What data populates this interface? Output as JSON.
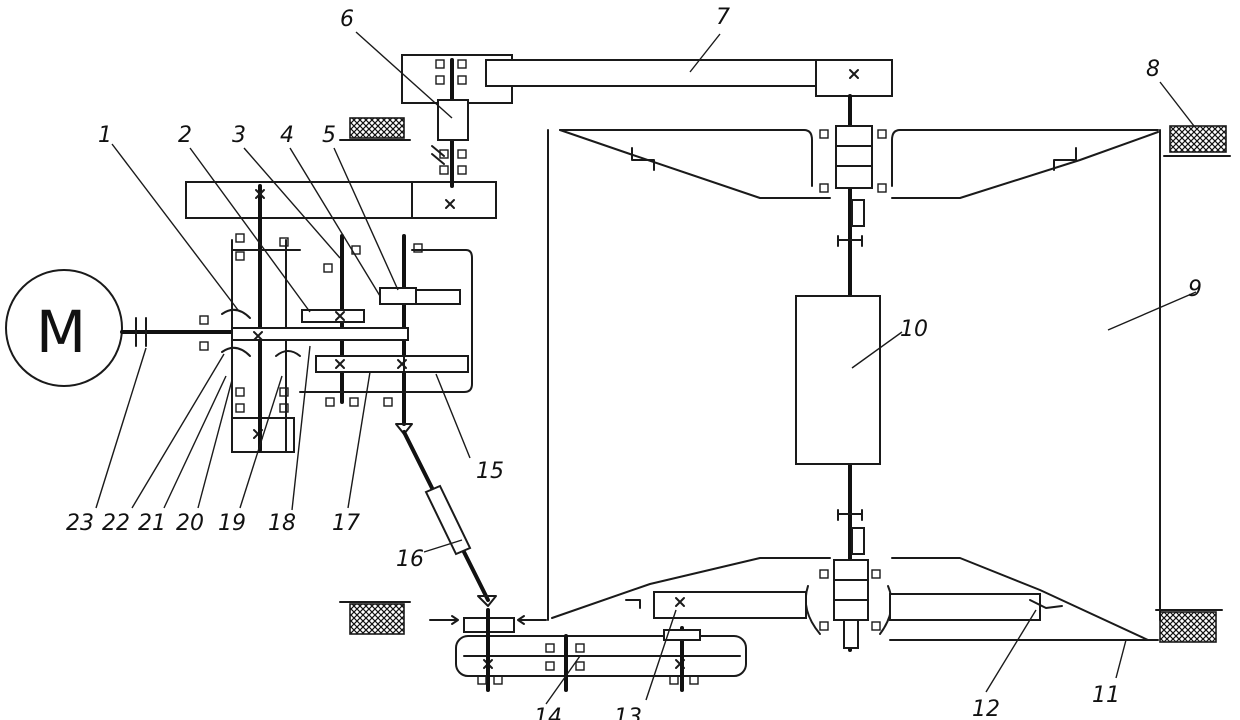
{
  "motor": {
    "label": "M"
  },
  "callouts": {
    "c1": "1",
    "c2": "2",
    "c3": "3",
    "c4": "4",
    "c5": "5",
    "c6": "6",
    "c7": "7",
    "c8": "8",
    "c9": "9",
    "c10": "10",
    "c11": "11",
    "c12": "12",
    "c13": "13",
    "c14": "14",
    "c15": "15",
    "c16": "16",
    "c17": "17",
    "c18": "18",
    "c19": "19",
    "c20": "20",
    "c21": "21",
    "c22": "22",
    "c23": "23"
  }
}
